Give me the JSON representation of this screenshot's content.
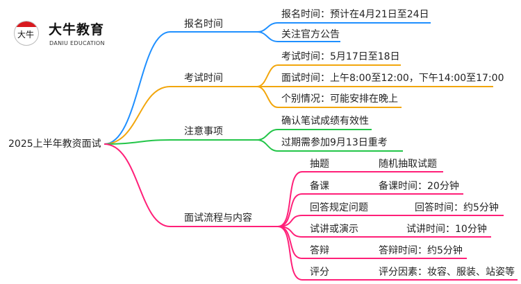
{
  "logo": {
    "name_cn": "大牛教育",
    "name_en": "DANIU EDUCATION",
    "glyph": "大牛"
  },
  "colors": {
    "branch1": "#1e8fff",
    "branch2": "#f2a60c",
    "branch3": "#22c548",
    "branch4": "#ff1f78"
  },
  "root": "2025上半年教资面试",
  "branches": [
    {
      "label": "报名时间",
      "children": [
        "报名时间：预计在4月21日至24日",
        "关注官方公告"
      ]
    },
    {
      "label": "考试时间",
      "children": [
        "考试时间：5月17日至18日",
        "面试时间：上午8:00至12:00，下午14:00至17:00",
        "个别情况：可能安排在晚上"
      ]
    },
    {
      "label": "注意事项",
      "children": [
        "确认笔试成绩有效性",
        "过期需参加9月13日重考"
      ]
    },
    {
      "label": "面试流程与内容",
      "children": [
        {
          "label": "抽题",
          "detail": "随机抽取试题"
        },
        {
          "label": "备课",
          "detail": "备课时间：20分钟"
        },
        {
          "label": "回答规定问题",
          "detail": "回答时间：约5分钟"
        },
        {
          "label": "试讲或演示",
          "detail": "试讲时间：10分钟"
        },
        {
          "label": "答辩",
          "detail": "答辩时间：约5分钟"
        },
        {
          "label": "评分",
          "detail": "评分因素：妆容、服装、站姿等"
        }
      ]
    }
  ]
}
